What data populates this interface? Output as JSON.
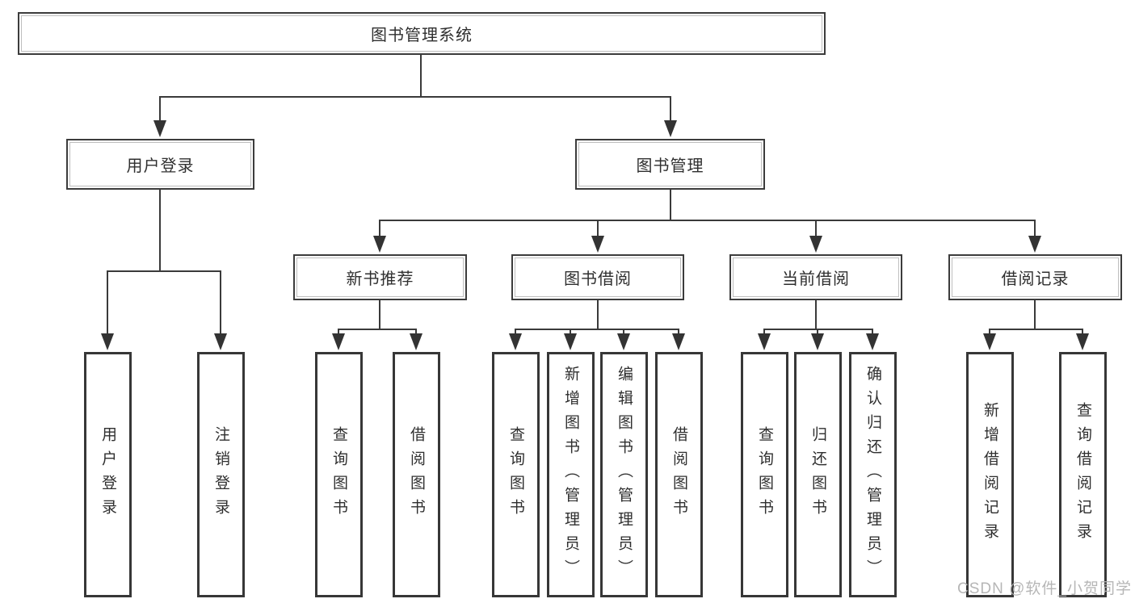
{
  "diagram_title": "图书管理系统",
  "nodes": {
    "root": "图书管理系统",
    "level2": [
      "用户登录",
      "图书管理"
    ],
    "level3": [
      "新书推荐",
      "图书借阅",
      "当前借阅",
      "借阅记录"
    ],
    "leaves_user": [
      "用户登录",
      "注销登录"
    ],
    "leaves_newbook": [
      "查询图书",
      "借阅图书"
    ],
    "leaves_borrow": [
      "查询图书",
      "新增图书（管理员）",
      "编辑图书（管理员）",
      "借阅图书"
    ],
    "leaves_current": [
      "查询图书",
      "归还图书",
      "确认归还（管理员）"
    ],
    "leaves_records": [
      "新增借阅记录",
      "查询借阅记录"
    ]
  },
  "tree": {
    "root": "图书管理系统",
    "children": [
      {
        "label": "用户登录",
        "children": [
          "用户登录",
          "注销登录"
        ]
      },
      {
        "label": "图书管理",
        "children": [
          {
            "label": "新书推荐",
            "children": [
              "查询图书",
              "借阅图书"
            ]
          },
          {
            "label": "图书借阅",
            "children": [
              "查询图书",
              "新增图书（管理员）",
              "编辑图书（管理员）",
              "借阅图书"
            ]
          },
          {
            "label": "当前借阅",
            "children": [
              "查询图书",
              "归还图书",
              "确认归还（管理员）"
            ]
          },
          {
            "label": "借阅记录",
            "children": [
              "新增借阅记录",
              "查询借阅记录"
            ]
          }
        ]
      }
    ]
  },
  "watermark": "CSDN @软件_小贺同学",
  "colors": {
    "line": "#3a3a3a",
    "border": "#3c3c3c",
    "text": "#2f2f2f",
    "watermark": "#b2b2b2",
    "background": "#ffffff"
  }
}
